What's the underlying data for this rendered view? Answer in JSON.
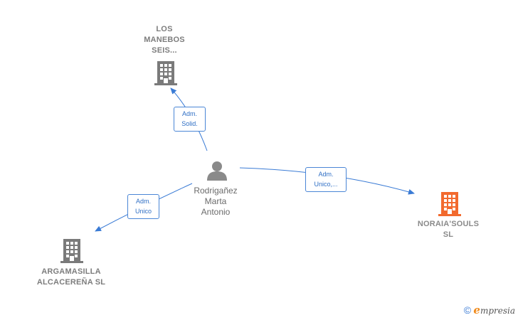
{
  "colors": {
    "building": "#7a7a7a",
    "building_highlight": "#f26a2e",
    "edge": "#3a7bd5",
    "person": "#8a8a8a"
  },
  "nodes": {
    "los_manebos": {
      "line1": "LOS",
      "line2": "MANEBOS",
      "line3": "SEIS...",
      "icon": "building-icon"
    },
    "noraia": {
      "line1": "NORAIA'SOULS",
      "line2": "SL",
      "icon": "building-icon"
    },
    "argamasilla": {
      "line1": "ARGAMASILLA",
      "line2": "ALCACEREÑA SL",
      "icon": "building-icon"
    },
    "person": {
      "line1": "Rodrigañez",
      "line2": "Marta",
      "line3": "Antonio",
      "icon": "person-icon"
    }
  },
  "edges": {
    "to_los_manebos": {
      "line1": "Adm.",
      "line2": "Solid."
    },
    "to_noraia": {
      "line1": "Adm.",
      "line2": "Unico,..."
    },
    "to_argamasilla": {
      "line1": "Adm.",
      "line2": "Unico"
    }
  },
  "footer": {
    "copyright": "©",
    "brand_initial": "e",
    "brand_rest": "mpresia"
  }
}
